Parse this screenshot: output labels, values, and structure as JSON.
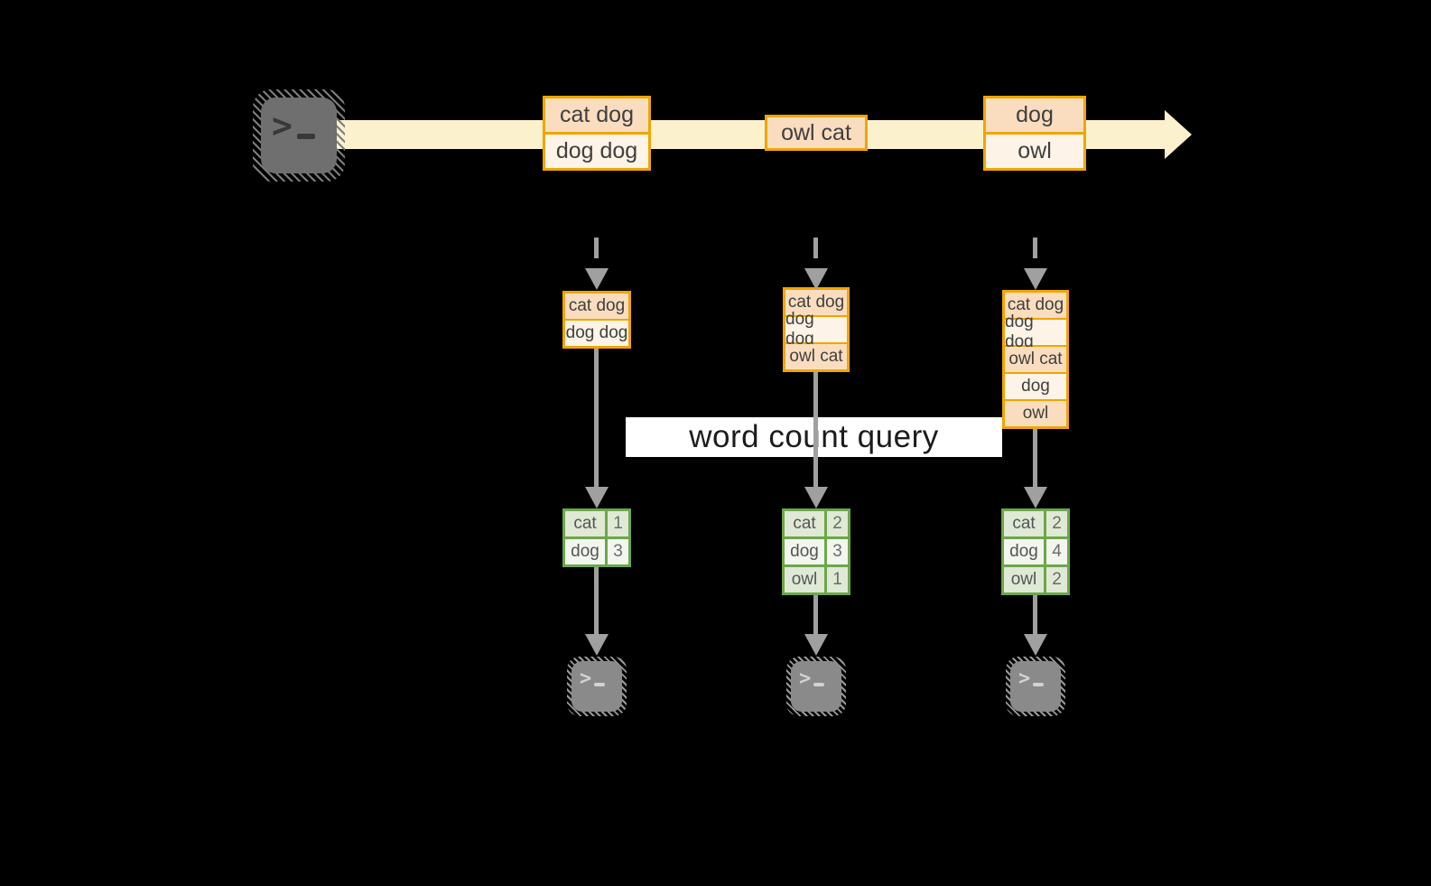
{
  "banner": {
    "label": "word count query"
  },
  "glyphs": {
    "prompt_chevron": ">"
  },
  "stream": {
    "source_icon": "terminal-icon",
    "events": [
      {
        "lines": [
          "cat dog",
          "dog dog"
        ]
      },
      {
        "lines": [
          "owl cat"
        ]
      },
      {
        "lines": [
          "dog",
          "owl"
        ]
      }
    ]
  },
  "columns": [
    {
      "batch": [
        "cat dog",
        "dog dog"
      ],
      "counts": [
        {
          "word": "cat",
          "count": "1"
        },
        {
          "word": "dog",
          "count": "3"
        }
      ]
    },
    {
      "batch": [
        "cat dog",
        "dog dog",
        "owl cat"
      ],
      "counts": [
        {
          "word": "cat",
          "count": "2"
        },
        {
          "word": "dog",
          "count": "3"
        },
        {
          "word": "owl",
          "count": "1"
        }
      ]
    },
    {
      "batch": [
        "cat dog",
        "dog dog",
        "owl cat",
        "dog",
        "owl"
      ],
      "counts": [
        {
          "word": "cat",
          "count": "2"
        },
        {
          "word": "dog",
          "count": "4"
        },
        {
          "word": "owl",
          "count": "2"
        }
      ]
    }
  ],
  "colors": {
    "background": "#000000",
    "stream_band": "#FBF1CC",
    "box_border": "#F0A500",
    "box_fill_dark": "#F9DDBE",
    "box_fill_light": "#FDF3E6",
    "table_border": "#6CA74B",
    "table_fill_dark": "#DFE9D5",
    "table_fill_light": "#F2F6EE",
    "arrow_gray": "#A0A0A0",
    "banner_bg": "#FFFFFF",
    "terminal_dark": "#6F6F6F",
    "terminal_light": "#8A8A8A"
  }
}
